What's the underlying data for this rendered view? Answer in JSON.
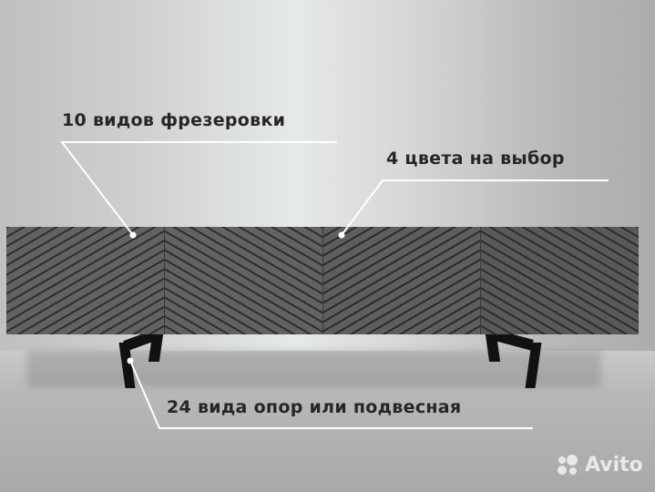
{
  "labels": {
    "milling": "10 видов фрезеровки",
    "colors": "4 цвета на выбор",
    "legs": "24 вида опор или подвесная"
  },
  "watermark": {
    "text": "Avito",
    "icon": "avito-dots-icon"
  },
  "colors": {
    "label_text": "#262626",
    "leader_line": "#ffffff",
    "cabinet": "#5d5c5b",
    "legs": "#111111"
  }
}
